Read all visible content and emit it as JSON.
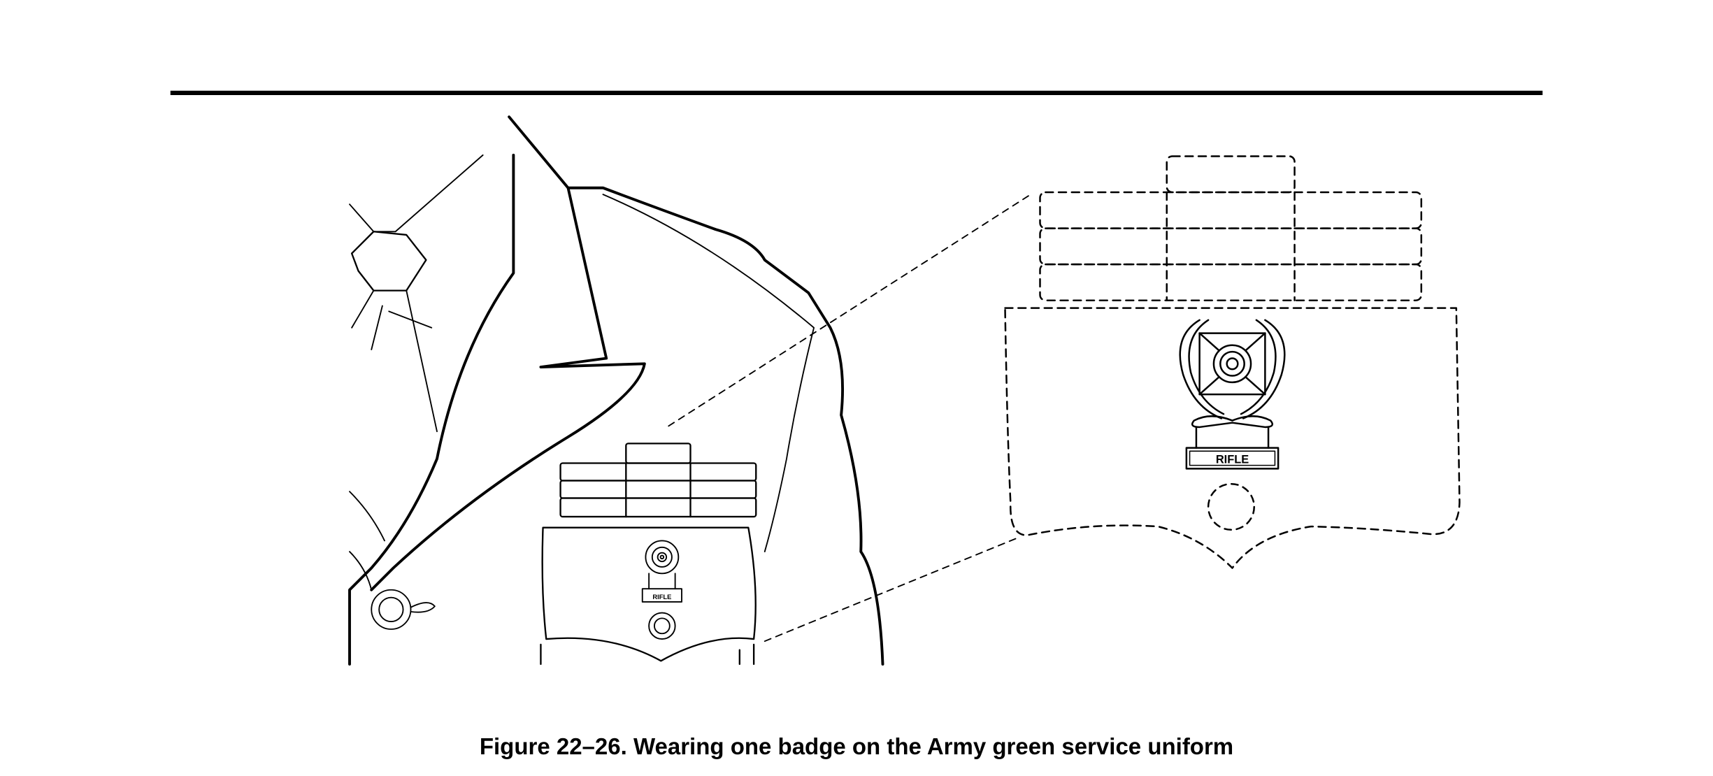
{
  "figure": {
    "caption": "Figure 22–26.  Wearing one badge on the Army green service uniform",
    "badge_bar_label_small": "RIFLE",
    "badge_bar_label_large": "RIFLE"
  },
  "colors": {
    "line": "#000000",
    "background": "#ffffff"
  },
  "icons": [
    "expert-rifle-badge-icon",
    "army-eagle-button-icon"
  ]
}
